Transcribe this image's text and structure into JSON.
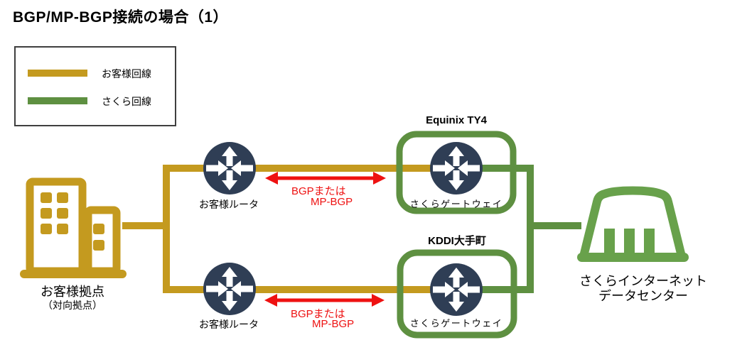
{
  "title": "BGP/MP-BGP接続の場合（1）",
  "legend": {
    "customer": {
      "label": "お客様回線"
    },
    "sakura": {
      "label": "さくら回線"
    }
  },
  "customer_site": {
    "name": "お客様拠点",
    "note": "（対向拠点）"
  },
  "routers": {
    "top_label": "お客様ルータ",
    "bottom_label": "お客様ルータ"
  },
  "pops": {
    "equinix": {
      "name": "Equinix TY4",
      "gateway": "さくらゲートウェイ"
    },
    "kddi": {
      "name": "KDDI大手町",
      "gateway": "さくらゲートウェイ"
    }
  },
  "bgp": {
    "top": {
      "line1": "BGPまたは",
      "line2": "MP-BGP"
    },
    "bottom": {
      "line1": "BGPまたは",
      "line2": "MP-BGP"
    }
  },
  "datacenter": {
    "line1": "さくらインターネット",
    "line2": "データセンター"
  },
  "colors": {
    "customer_line": "#C49A1F",
    "sakura_line": "#5E9041",
    "datacenter_icon": "#68A14B",
    "router_fill": "#2F3E55",
    "bgp_red": "#EE1111",
    "legend_border": "#3F3F3F"
  }
}
